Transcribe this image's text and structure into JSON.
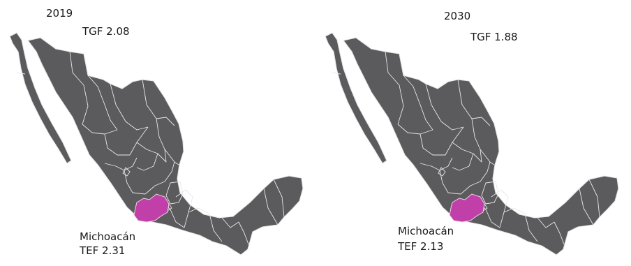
{
  "maps": [
    {
      "year": "2019",
      "national_label": "TGF 2.08",
      "state_name": "Michoacán",
      "state_label": "TEF 2.31"
    },
    {
      "year": "2030",
      "national_label": "TGF 1.88",
      "state_name": "Michoacán",
      "state_label": "TEF 2.13"
    }
  ],
  "colors": {
    "country_fill": "#5b5b5d",
    "border": "#e8e8e8",
    "highlight": "#c03fa8",
    "background": "#ffffff"
  }
}
